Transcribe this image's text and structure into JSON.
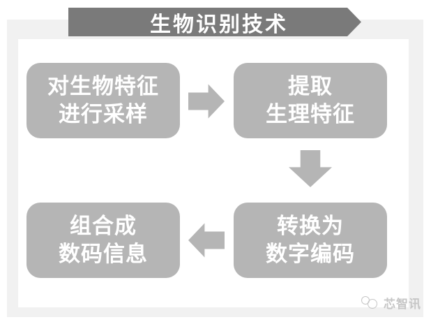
{
  "diagram": {
    "title": "生物识别技术",
    "steps": [
      {
        "name": "sample-biological-features",
        "line1": "对生物特征",
        "line2": "进行采样"
      },
      {
        "name": "extract-physiological-features",
        "line1": "提取",
        "line2": "生理特征"
      },
      {
        "name": "convert-to-digital-code",
        "line1": "转换为",
        "line2": "数字编码"
      },
      {
        "name": "combine-into-digital-info",
        "line1": "组合成",
        "line2": "数码信息"
      }
    ],
    "flow": [
      "step1 → step2",
      "step2 ↓ step3",
      "step3 ← step4"
    ],
    "colors": {
      "banner": "#7a7a7a",
      "box": "#b5b5b5",
      "arrow": "#b5b5b5",
      "frame": "#f1f1f1",
      "watermark": "#c6c6c6"
    }
  },
  "watermark": {
    "text": "芯智讯",
    "icon": "chip-logo-circles"
  }
}
